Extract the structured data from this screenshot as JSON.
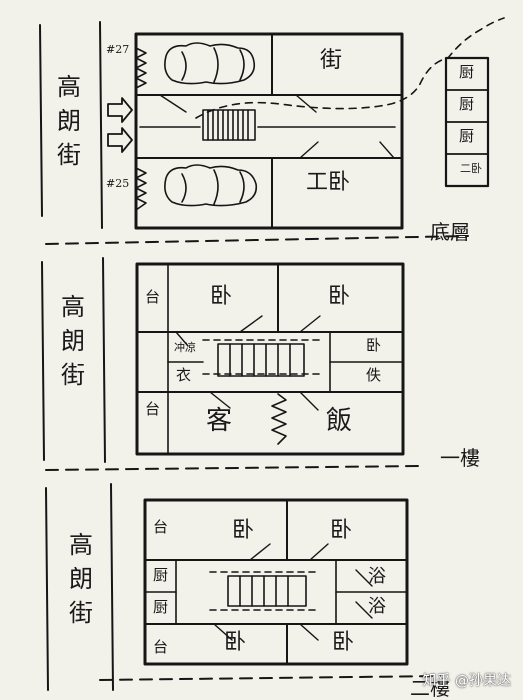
{
  "streets": {
    "ground": "高朗街",
    "second": "高朗街",
    "third": "高朗街"
  },
  "floors": {
    "ground": "底層",
    "second": "一樓",
    "third": "二樓"
  },
  "ground": {
    "shop": "街",
    "worker_bedroom": "工卧",
    "door_no_top": "#27",
    "door_no_bottom": "#25",
    "annex": [
      "厨",
      "厨",
      "厨",
      "二卧"
    ]
  },
  "second": {
    "balcony_top": "台",
    "balcony_bottom": "台",
    "bedroom_left": "卧",
    "bedroom_right": "卧",
    "bath": "冲凉",
    "clothes": "衣",
    "bedroom_small": "卧",
    "servant": "佚",
    "living": "客",
    "dining": "飯"
  },
  "third": {
    "balcony_top": "台",
    "balcony_bottom": "台",
    "bedroom_tl": "卧",
    "bedroom_tr": "卧",
    "kitchen_top": "厨",
    "kitchen_bottom": "厨",
    "bath_top": "浴",
    "bath_bottom": "浴",
    "bedroom_bl": "卧",
    "bedroom_br": "卧"
  },
  "watermark": "知乎 @孙果达"
}
